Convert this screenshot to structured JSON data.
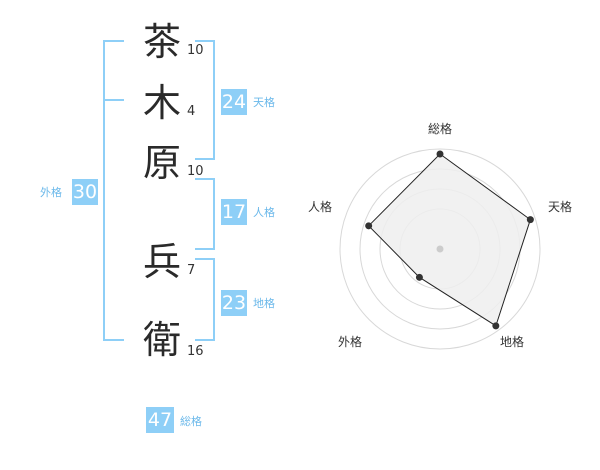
{
  "name": {
    "chars": [
      {
        "char": "茶",
        "strokes": "10"
      },
      {
        "char": "木",
        "strokes": "4"
      },
      {
        "char": "原",
        "strokes": "10"
      },
      {
        "char": "兵",
        "strokes": "7"
      },
      {
        "char": "衛",
        "strokes": "16"
      }
    ]
  },
  "fortune": {
    "tenkaku": {
      "value": "24",
      "label": "天格"
    },
    "jinkaku": {
      "value": "17",
      "label": "人格"
    },
    "chikaku": {
      "value": "23",
      "label": "地格"
    },
    "gaikaku": {
      "value": "30",
      "label": "外格"
    },
    "soukaku": {
      "value": "47",
      "label": "総格"
    }
  },
  "colors": {
    "accent": "#8ecff7",
    "label": "#6ab8ea",
    "radar_fill": "#eeeeee",
    "radar_ring": "#d8d8d8"
  },
  "chart_data": {
    "type": "radar",
    "axes": [
      "総格",
      "天格",
      "地格",
      "外格",
      "人格"
    ],
    "values": [
      0.95,
      0.95,
      0.95,
      0.35,
      0.75
    ],
    "range": [
      0,
      1
    ],
    "rings": 4
  }
}
